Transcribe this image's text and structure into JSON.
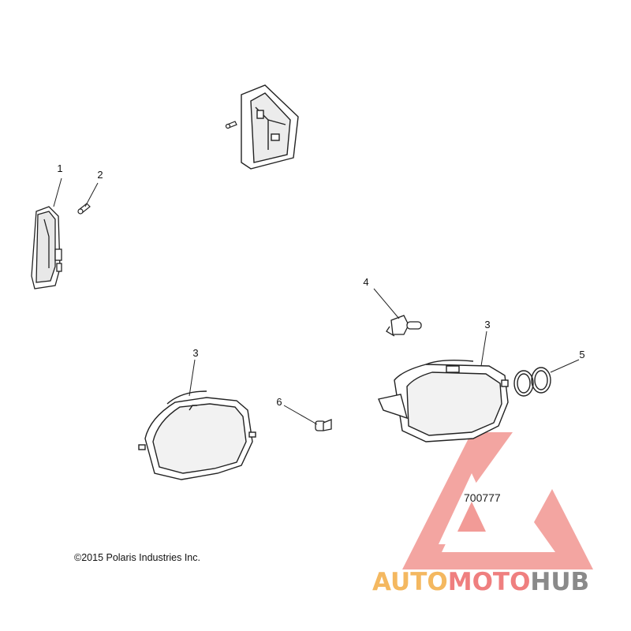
{
  "diagram": {
    "callouts": {
      "c1": "1",
      "c2": "2",
      "c3_left": "3",
      "c3_right": "3",
      "c4": "4",
      "c5": "5",
      "c6": "6"
    },
    "reference_number": "700777",
    "copyright": "©2015 Polaris Industries Inc."
  },
  "watermark": {
    "text_part1": "AUTO",
    "text_part2": "MOTO",
    "text_part3": "HUB",
    "color_part1": "#f4b860",
    "color_part2": "#ef7f7f",
    "color_part3": "#8a8a8a",
    "triangle_color": "#f08080"
  },
  "colors": {
    "line": "#222222",
    "background": "#ffffff"
  }
}
